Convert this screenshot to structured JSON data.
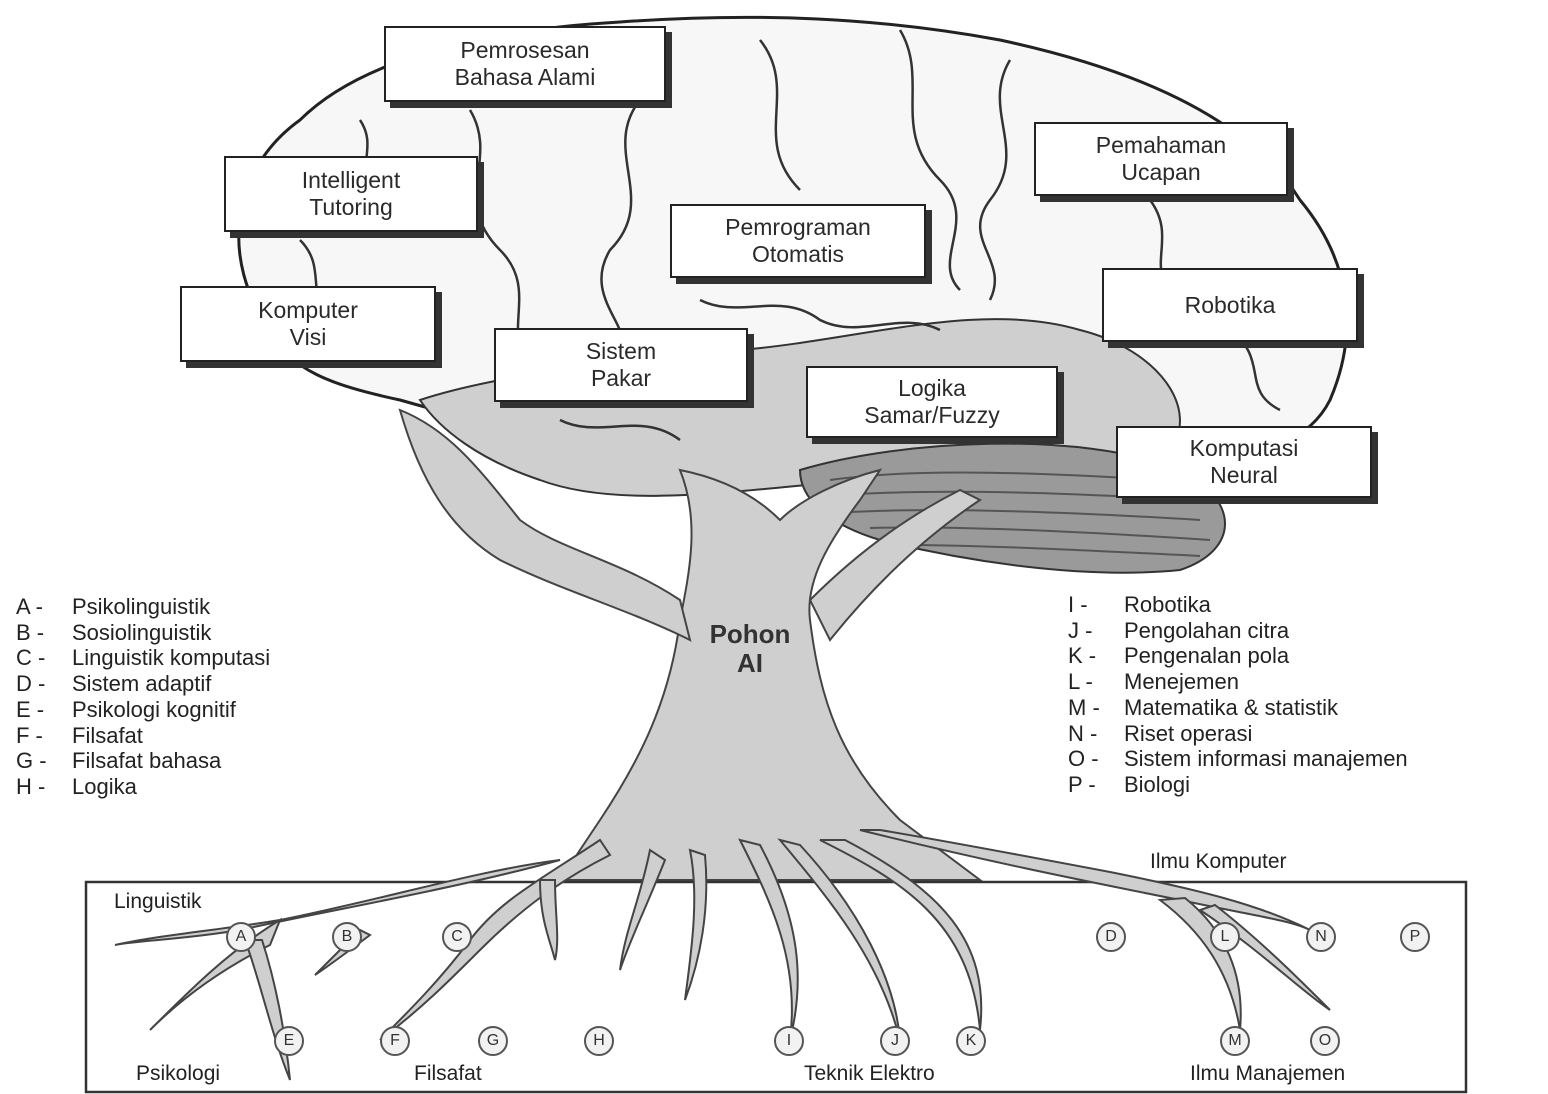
{
  "tree_label": [
    "Pohon",
    "AI"
  ],
  "branch_boxes": [
    {
      "id": "pba",
      "text": "Pemrosesan\nBahasa Alami"
    },
    {
      "id": "it",
      "text": "Intelligent\nTutoring"
    },
    {
      "id": "kv",
      "text": "Komputer\nVisi"
    },
    {
      "id": "po",
      "text": "Pemrograman\nOtomatis"
    },
    {
      "id": "pu",
      "text": "Pemahaman\nUcapan"
    },
    {
      "id": "rb",
      "text": "Robotika"
    },
    {
      "id": "sp",
      "text": "Sistem\nPakar"
    },
    {
      "id": "ls",
      "text": "Logika\nSamar/Fuzzy"
    },
    {
      "id": "kn",
      "text": "Komputasi\nNeural"
    }
  ],
  "legend_left": [
    {
      "key": "A -",
      "label": "Psikolinguistik"
    },
    {
      "key": "B -",
      "label": "Sosiolinguistik"
    },
    {
      "key": "C -",
      "label": "Linguistik komputasi"
    },
    {
      "key": "D -",
      "label": "Sistem adaptif"
    },
    {
      "key": "E -",
      "label": "Psikologi kognitif"
    },
    {
      "key": "F -",
      "label": "Filsafat"
    },
    {
      "key": "G -",
      "label": "Filsafat bahasa"
    },
    {
      "key": "H -",
      "label": "Logika"
    }
  ],
  "legend_right": [
    {
      "key": "I -",
      "label": "Robotika"
    },
    {
      "key": "J -",
      "label": "Pengolahan citra"
    },
    {
      "key": "K -",
      "label": "Pengenalan pola"
    },
    {
      "key": "L -",
      "label": "Menejemen"
    },
    {
      "key": "M -",
      "label": "Matematika & statistik"
    },
    {
      "key": "N -",
      "label": "Riset operasi"
    },
    {
      "key": "O -",
      "label": "Sistem informasi  manajemen"
    },
    {
      "key": "P -",
      "label": "Biologi"
    }
  ],
  "ground_labels": {
    "linguistik": "Linguistik",
    "ilmu_komputer": "Ilmu Komputer",
    "psikologi": "Psikologi",
    "filsafat": "Filsafat",
    "teknik_elektro": "Teknik Elektro",
    "ilmu_manajemen": "Ilmu Manajemen"
  },
  "root_nodes": [
    "A",
    "B",
    "C",
    "D",
    "E",
    "F",
    "G",
    "H",
    "I",
    "J",
    "K",
    "L",
    "M",
    "N",
    "O",
    "P"
  ]
}
